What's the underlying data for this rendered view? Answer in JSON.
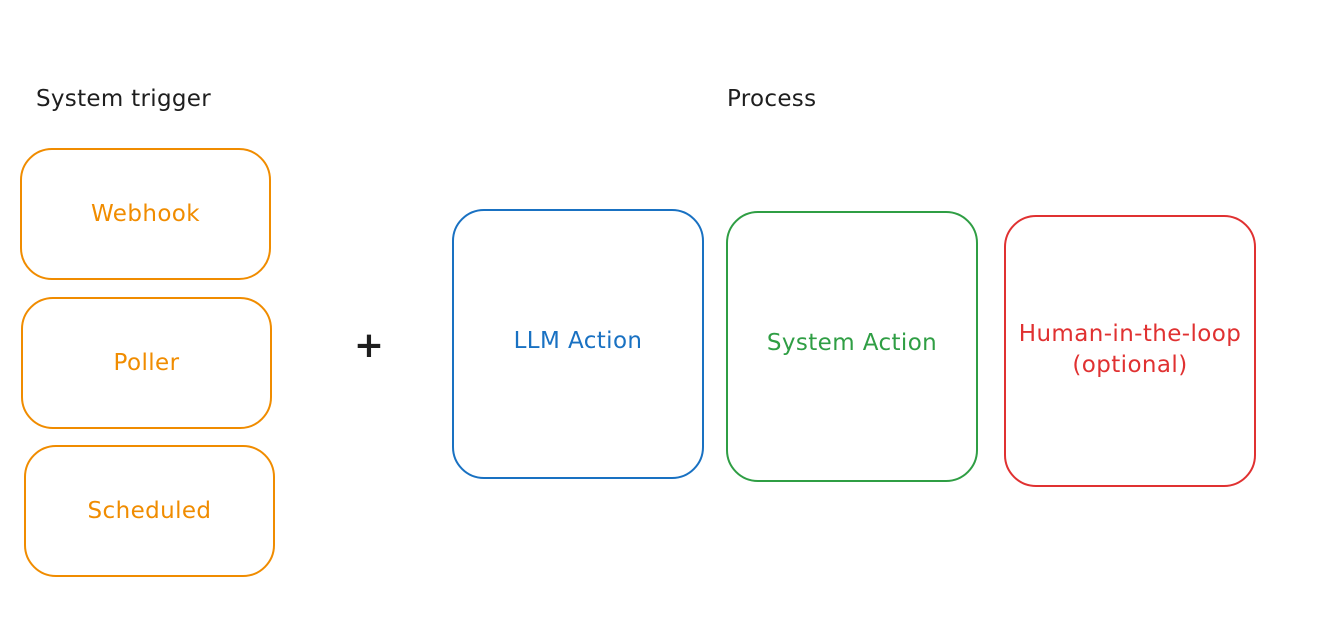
{
  "headings": {
    "trigger": "System trigger",
    "process": "Process"
  },
  "triggers": [
    {
      "label": "Webhook"
    },
    {
      "label": "Poller"
    },
    {
      "label": "Scheduled"
    }
  ],
  "plus": "+",
  "process_steps": [
    {
      "label": "LLM Action"
    },
    {
      "label": "System Action"
    },
    {
      "label": "Human-in-the-loop\n(optional)"
    }
  ],
  "colors": {
    "trigger": "#f08c00",
    "llm": "#1971c2",
    "system": "#2f9e44",
    "human": "#e03131",
    "text": "#1e1e1e"
  }
}
